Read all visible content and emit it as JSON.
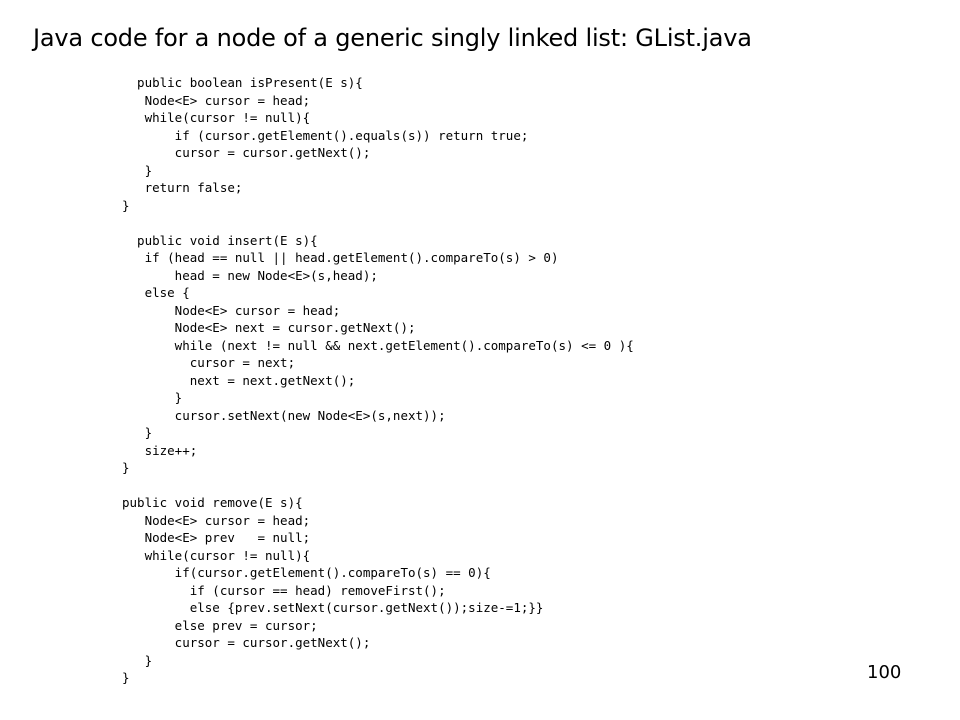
{
  "slide": {
    "title": "Java code for a node of a generic singly linked list:  GList.java",
    "page_number": "100",
    "code_lines": [
      "  public boolean isPresent(E s){",
      "   Node<E> cursor = head;",
      "   while(cursor != null){",
      "       if (cursor.getElement().equals(s)) return true;",
      "       cursor = cursor.getNext();",
      "   }",
      "   return false;",
      "}",
      "",
      "  public void insert(E s){",
      "   if (head == null || head.getElement().compareTo(s) > 0)",
      "       head = new Node<E>(s,head);",
      "   else {",
      "       Node<E> cursor = head;",
      "       Node<E> next = cursor.getNext();",
      "       while (next != null && next.getElement().compareTo(s) <= 0 ){",
      "         cursor = next;",
      "         next = next.getNext();",
      "       }",
      "       cursor.setNext(new Node<E>(s,next));",
      "   }",
      "   size++;",
      "}",
      "",
      "public void remove(E s){",
      "   Node<E> cursor = head;",
      "   Node<E> prev   = null;",
      "   while(cursor != null){",
      "       if(cursor.getElement().compareTo(s) == 0){",
      "         if (cursor == head) removeFirst();",
      "         else {prev.setNext(cursor.getNext());size-=1;}}",
      "       else prev = cursor;",
      "       cursor = cursor.getNext();",
      "   }",
      "}"
    ]
  }
}
